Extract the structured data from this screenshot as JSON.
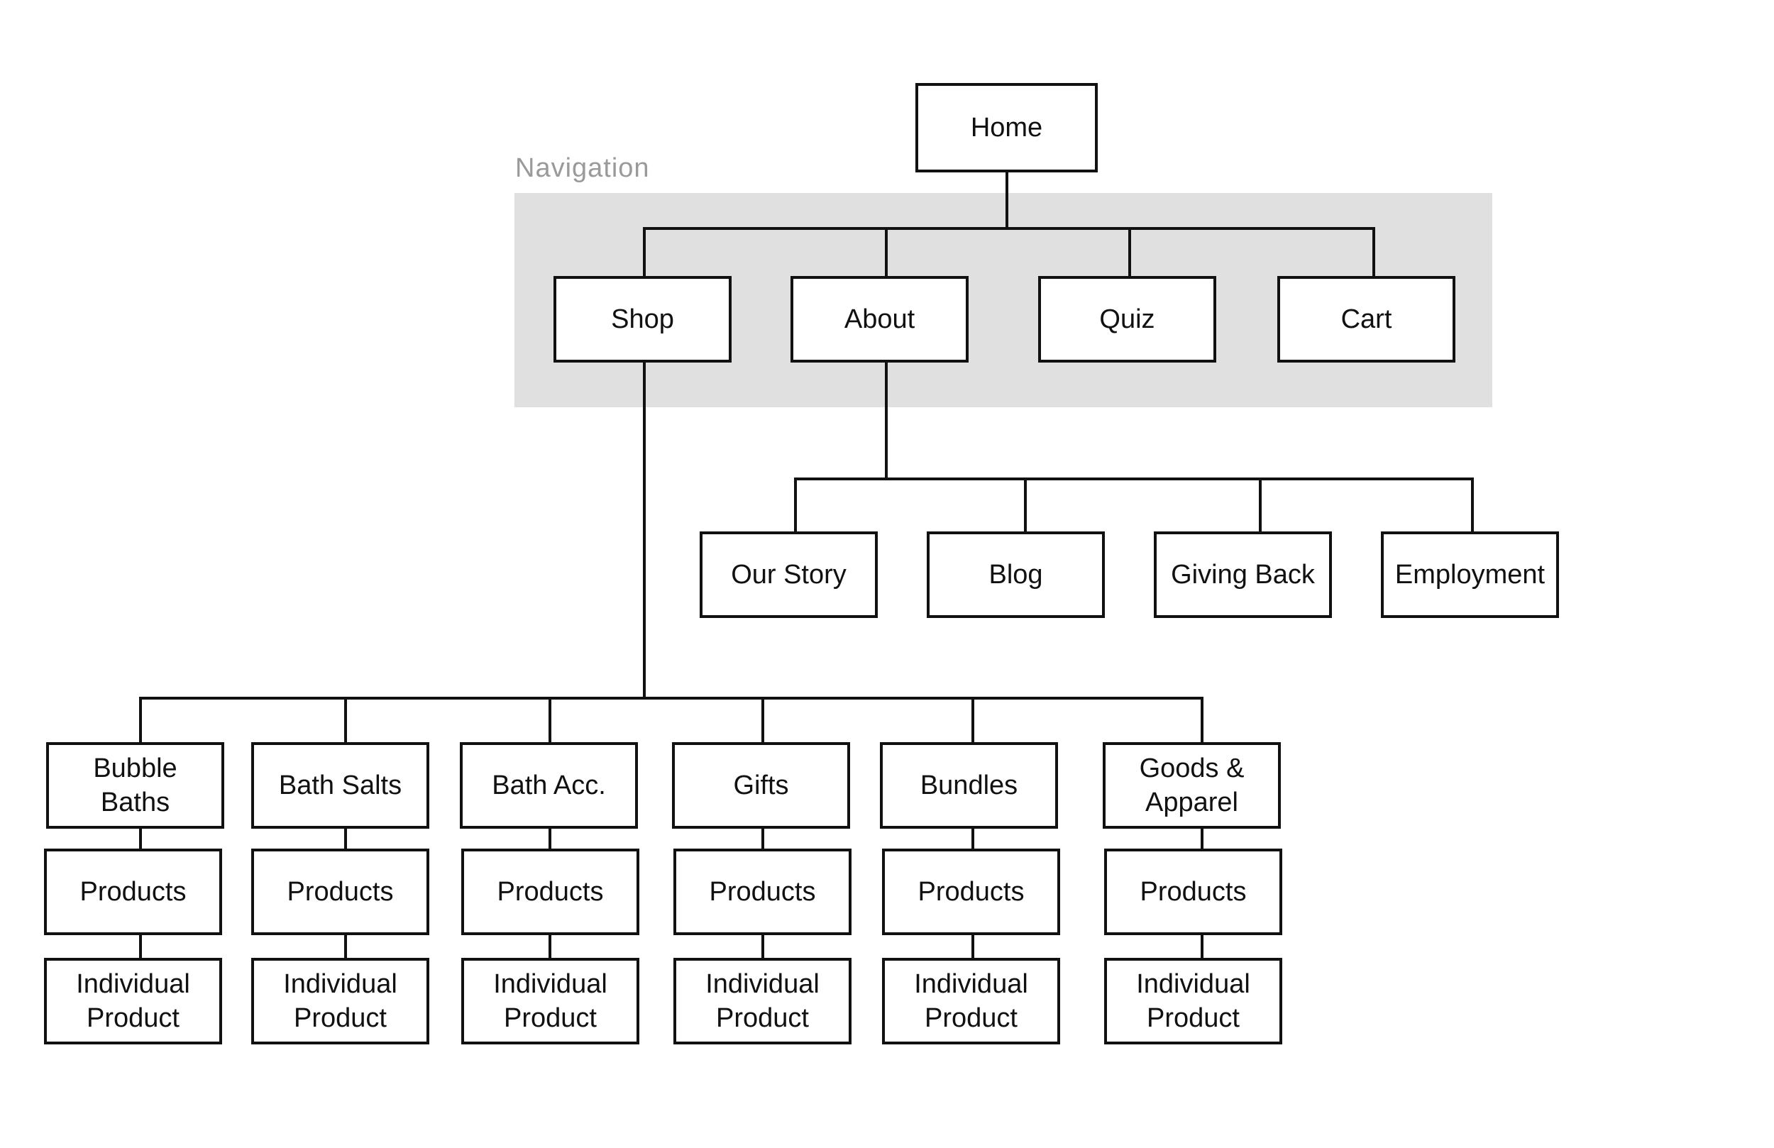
{
  "diagram": {
    "nav_label": "Navigation",
    "root": "Home",
    "nav_items": {
      "shop": "Shop",
      "about": "About",
      "quiz": "Quiz",
      "cart": "Cart"
    },
    "about_children": {
      "our_story": "Our Story",
      "blog": "Blog",
      "giving_back": "Giving Back",
      "employment": "Employment"
    },
    "shop_categories": [
      {
        "line1": "Bubble",
        "line2": "Baths",
        "products": "Products",
        "item_line1": "Individual",
        "item_line2": "Product"
      },
      {
        "line1": "Bath Salts",
        "line2": "",
        "products": "Products",
        "item_line1": "Individual",
        "item_line2": "Product"
      },
      {
        "line1": "Bath Acc.",
        "line2": "",
        "products": "Products",
        "item_line1": "Individual",
        "item_line2": "Product"
      },
      {
        "line1": "Gifts",
        "line2": "",
        "products": "Products",
        "item_line1": "Individual",
        "item_line2": "Product"
      },
      {
        "line1": "Bundles",
        "line2": "",
        "products": "Products",
        "item_line1": "Individual",
        "item_line2": "Product"
      },
      {
        "line1": "Goods &",
        "line2": "Apparel",
        "products": "Products",
        "item_line1": "Individual",
        "item_line2": "Product"
      }
    ]
  }
}
